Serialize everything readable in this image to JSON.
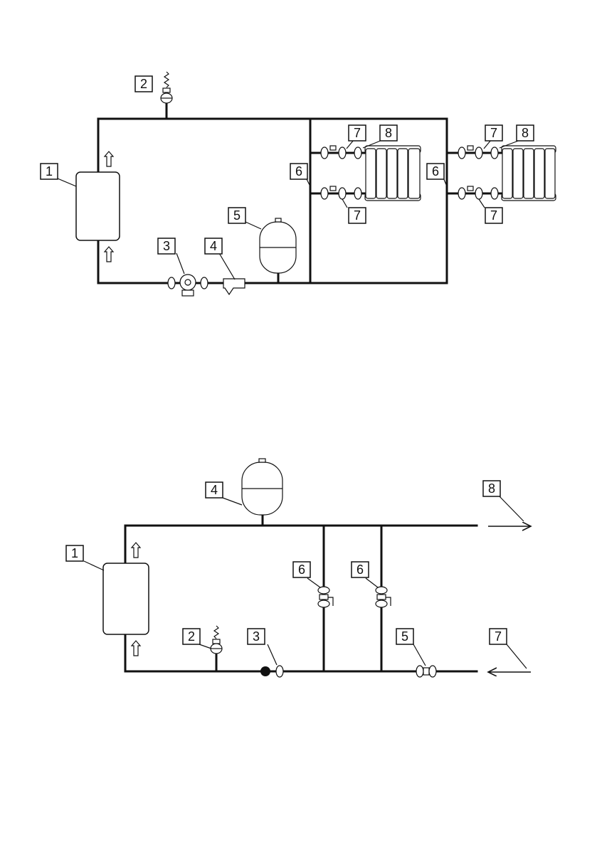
{
  "diagram_top": {
    "labels": {
      "boiler": "1",
      "air_vent": "2",
      "pump": "3",
      "filter": "4",
      "expansion_tank": "5",
      "branch_left": "6",
      "branch_right": "6",
      "valve_upper_left": "7",
      "valve_lower_left": "7",
      "valve_upper_right": "7",
      "valve_lower_right": "7",
      "radiator_left": "8",
      "radiator_right": "8"
    }
  },
  "diagram_bottom": {
    "labels": {
      "boiler": "1",
      "air_vent": "2",
      "check_valve": "3",
      "expansion_tank": "4",
      "return_valve": "5",
      "drain_valve_left": "6",
      "drain_valve_right": "6",
      "return_inlet": "7",
      "supply_outlet": "8"
    }
  }
}
